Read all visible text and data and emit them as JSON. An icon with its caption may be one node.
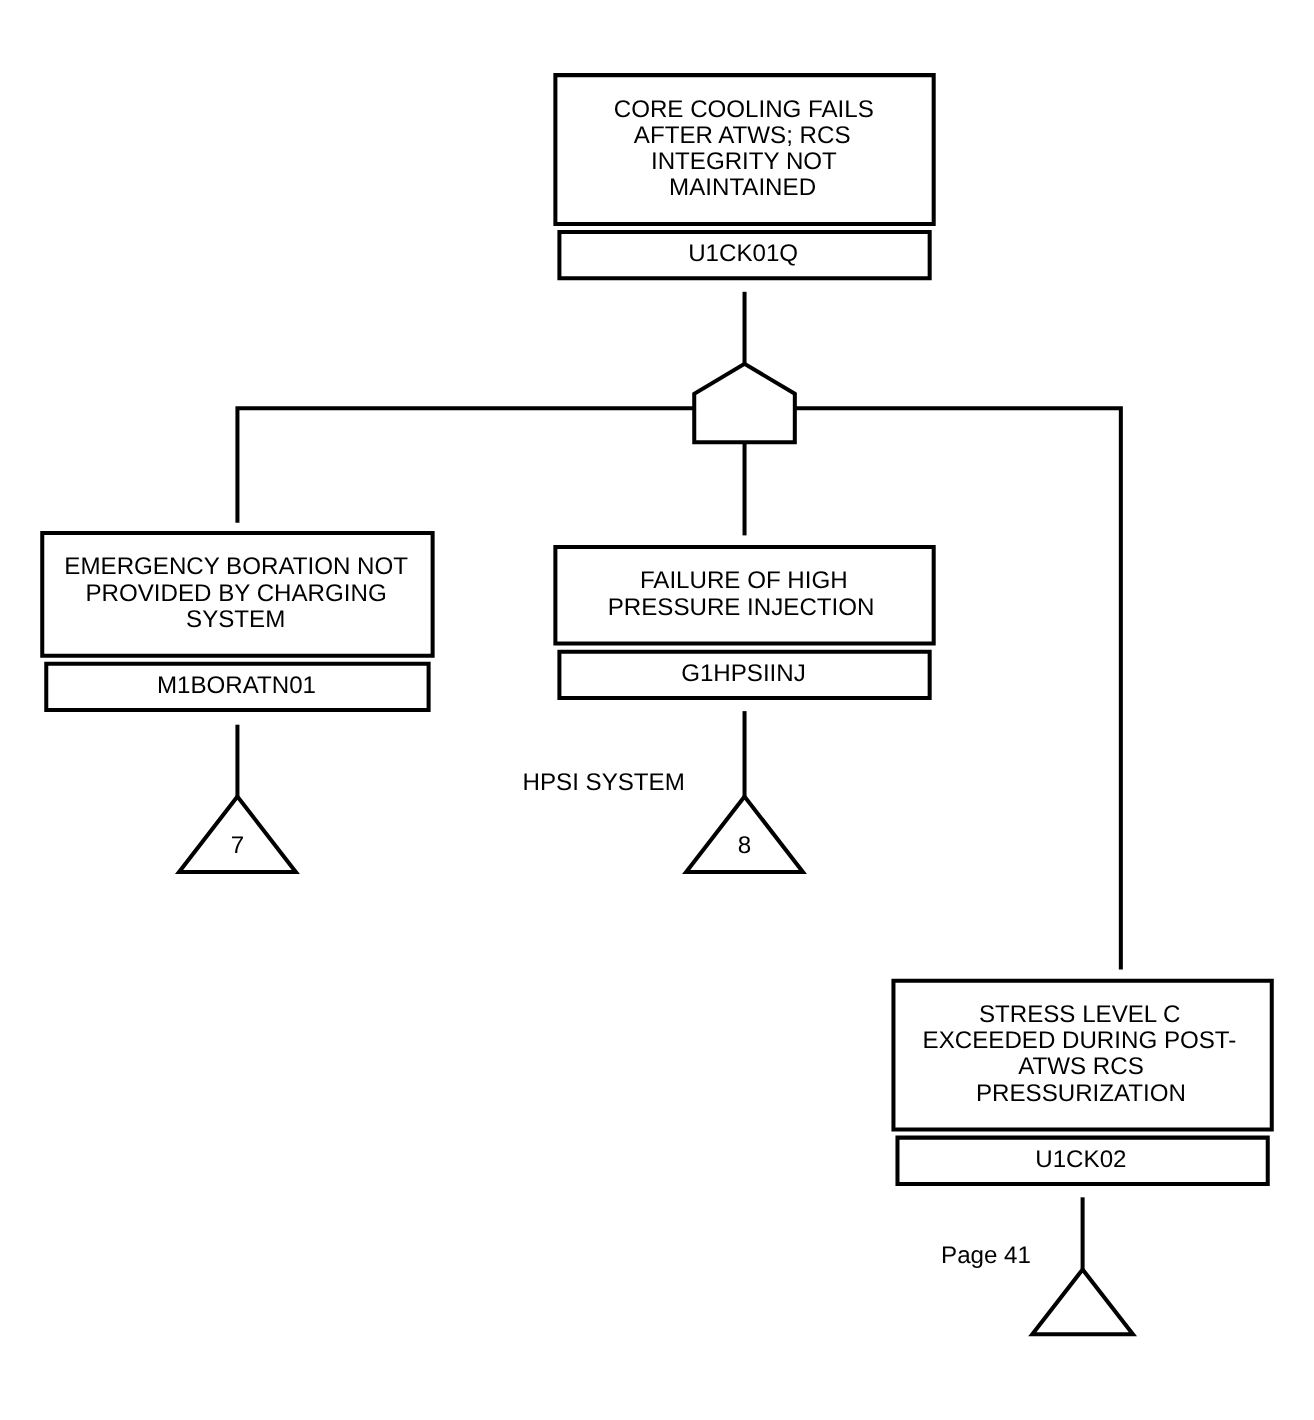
{
  "diagram": {
    "nodes": [
      {
        "text": [
          "CORE COOLING FAILS AFTER ATWS; RCS INTEGRITY NOT MAINTAINED",
          "U1CK01Q"
        ]
      },
      {
        "text": [],
        "shape": "gate"
      },
      {
        "text": [
          "EMERGENCY BORATION NOT PROVIDED BY CHARGING SYSTEM",
          "M1BORATN01"
        ]
      },
      {
        "text": [
          "7"
        ]
      },
      {
        "text": [
          "FAILURE OF HIGH PRESSURE INJECTION",
          "G1HPSIINJ"
        ]
      },
      {
        "text": [
          "8"
        ],
        "beside": [
          "HPSI SYSTEM"
        ]
      },
      {
        "text": [
          "STRESS LEVEL C EXCEEDED DURING POST-ATWS RCS PRESSURIZATION",
          "U1CK02"
        ]
      },
      {
        "text": [],
        "shape": "triangle",
        "beside": [
          "Page 41"
        ]
      }
    ],
    "edges": [
      {
        "from": 0,
        "to": 1,
        "arrow": "none"
      },
      {
        "from": 1,
        "to": 2,
        "arrow": "none"
      },
      {
        "from": 1,
        "to": 4,
        "arrow": "none"
      },
      {
        "from": 1,
        "to": 6,
        "arrow": "none"
      },
      {
        "from": 2,
        "to": 3,
        "arrow": "none"
      },
      {
        "from": 4,
        "to": 5,
        "arrow": "none"
      },
      {
        "from": 6,
        "to": 7,
        "arrow": "none"
      }
    ]
  }
}
